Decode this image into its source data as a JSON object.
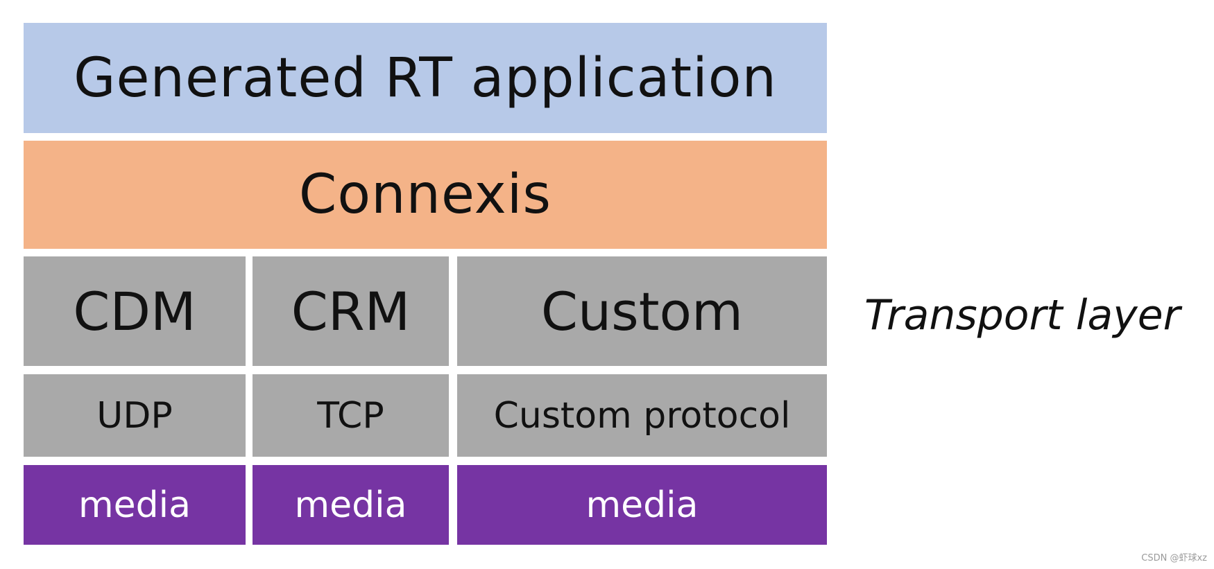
{
  "layers": {
    "application": "Generated RT application",
    "middleware": "Connexis",
    "transport": [
      "CDM",
      "CRM",
      "Custom"
    ],
    "protocols": [
      "UDP",
      "TCP",
      "Custom protocol"
    ],
    "media": [
      "media",
      "media",
      "media"
    ]
  },
  "side_label": "Transport layer",
  "watermark": "CSDN @虾球xz",
  "colors": {
    "application": "#b7c9e8",
    "middleware": "#f4b388",
    "transport": "#a9a9a9",
    "protocol": "#a9a9a9",
    "media": "#7634a3"
  }
}
